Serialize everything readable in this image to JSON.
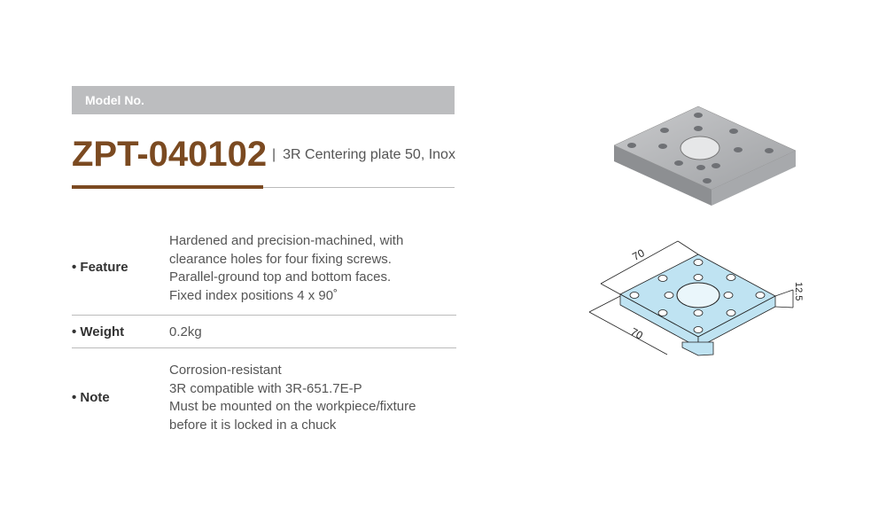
{
  "header": {
    "label": "Model No."
  },
  "model": {
    "code": "ZPT-040102",
    "separator": "|",
    "name": "3R Centering plate 50, Inox"
  },
  "specs": [
    {
      "label": "• Feature",
      "lines": [
        "Hardened and precision-machined, with",
        "clearance holes for four fixing screws.",
        "Parallel-ground top and bottom faces.",
        "Fixed index positions 4 x 90˚"
      ]
    },
    {
      "label": "• Weight",
      "lines": [
        "0.2kg"
      ]
    },
    {
      "label": "• Note",
      "lines": [
        "Corrosion-resistant",
        "3R compatible with 3R-651.7E-P",
        "Must be mounted on the workpiece/fixture",
        "before it is locked in a chuck"
      ]
    }
  ],
  "drawing": {
    "dim_top": "70",
    "dim_bottom": "70",
    "dim_height": "12.5"
  },
  "colors": {
    "brand": "#7b4a21",
    "bar": "#bcbdbf"
  }
}
